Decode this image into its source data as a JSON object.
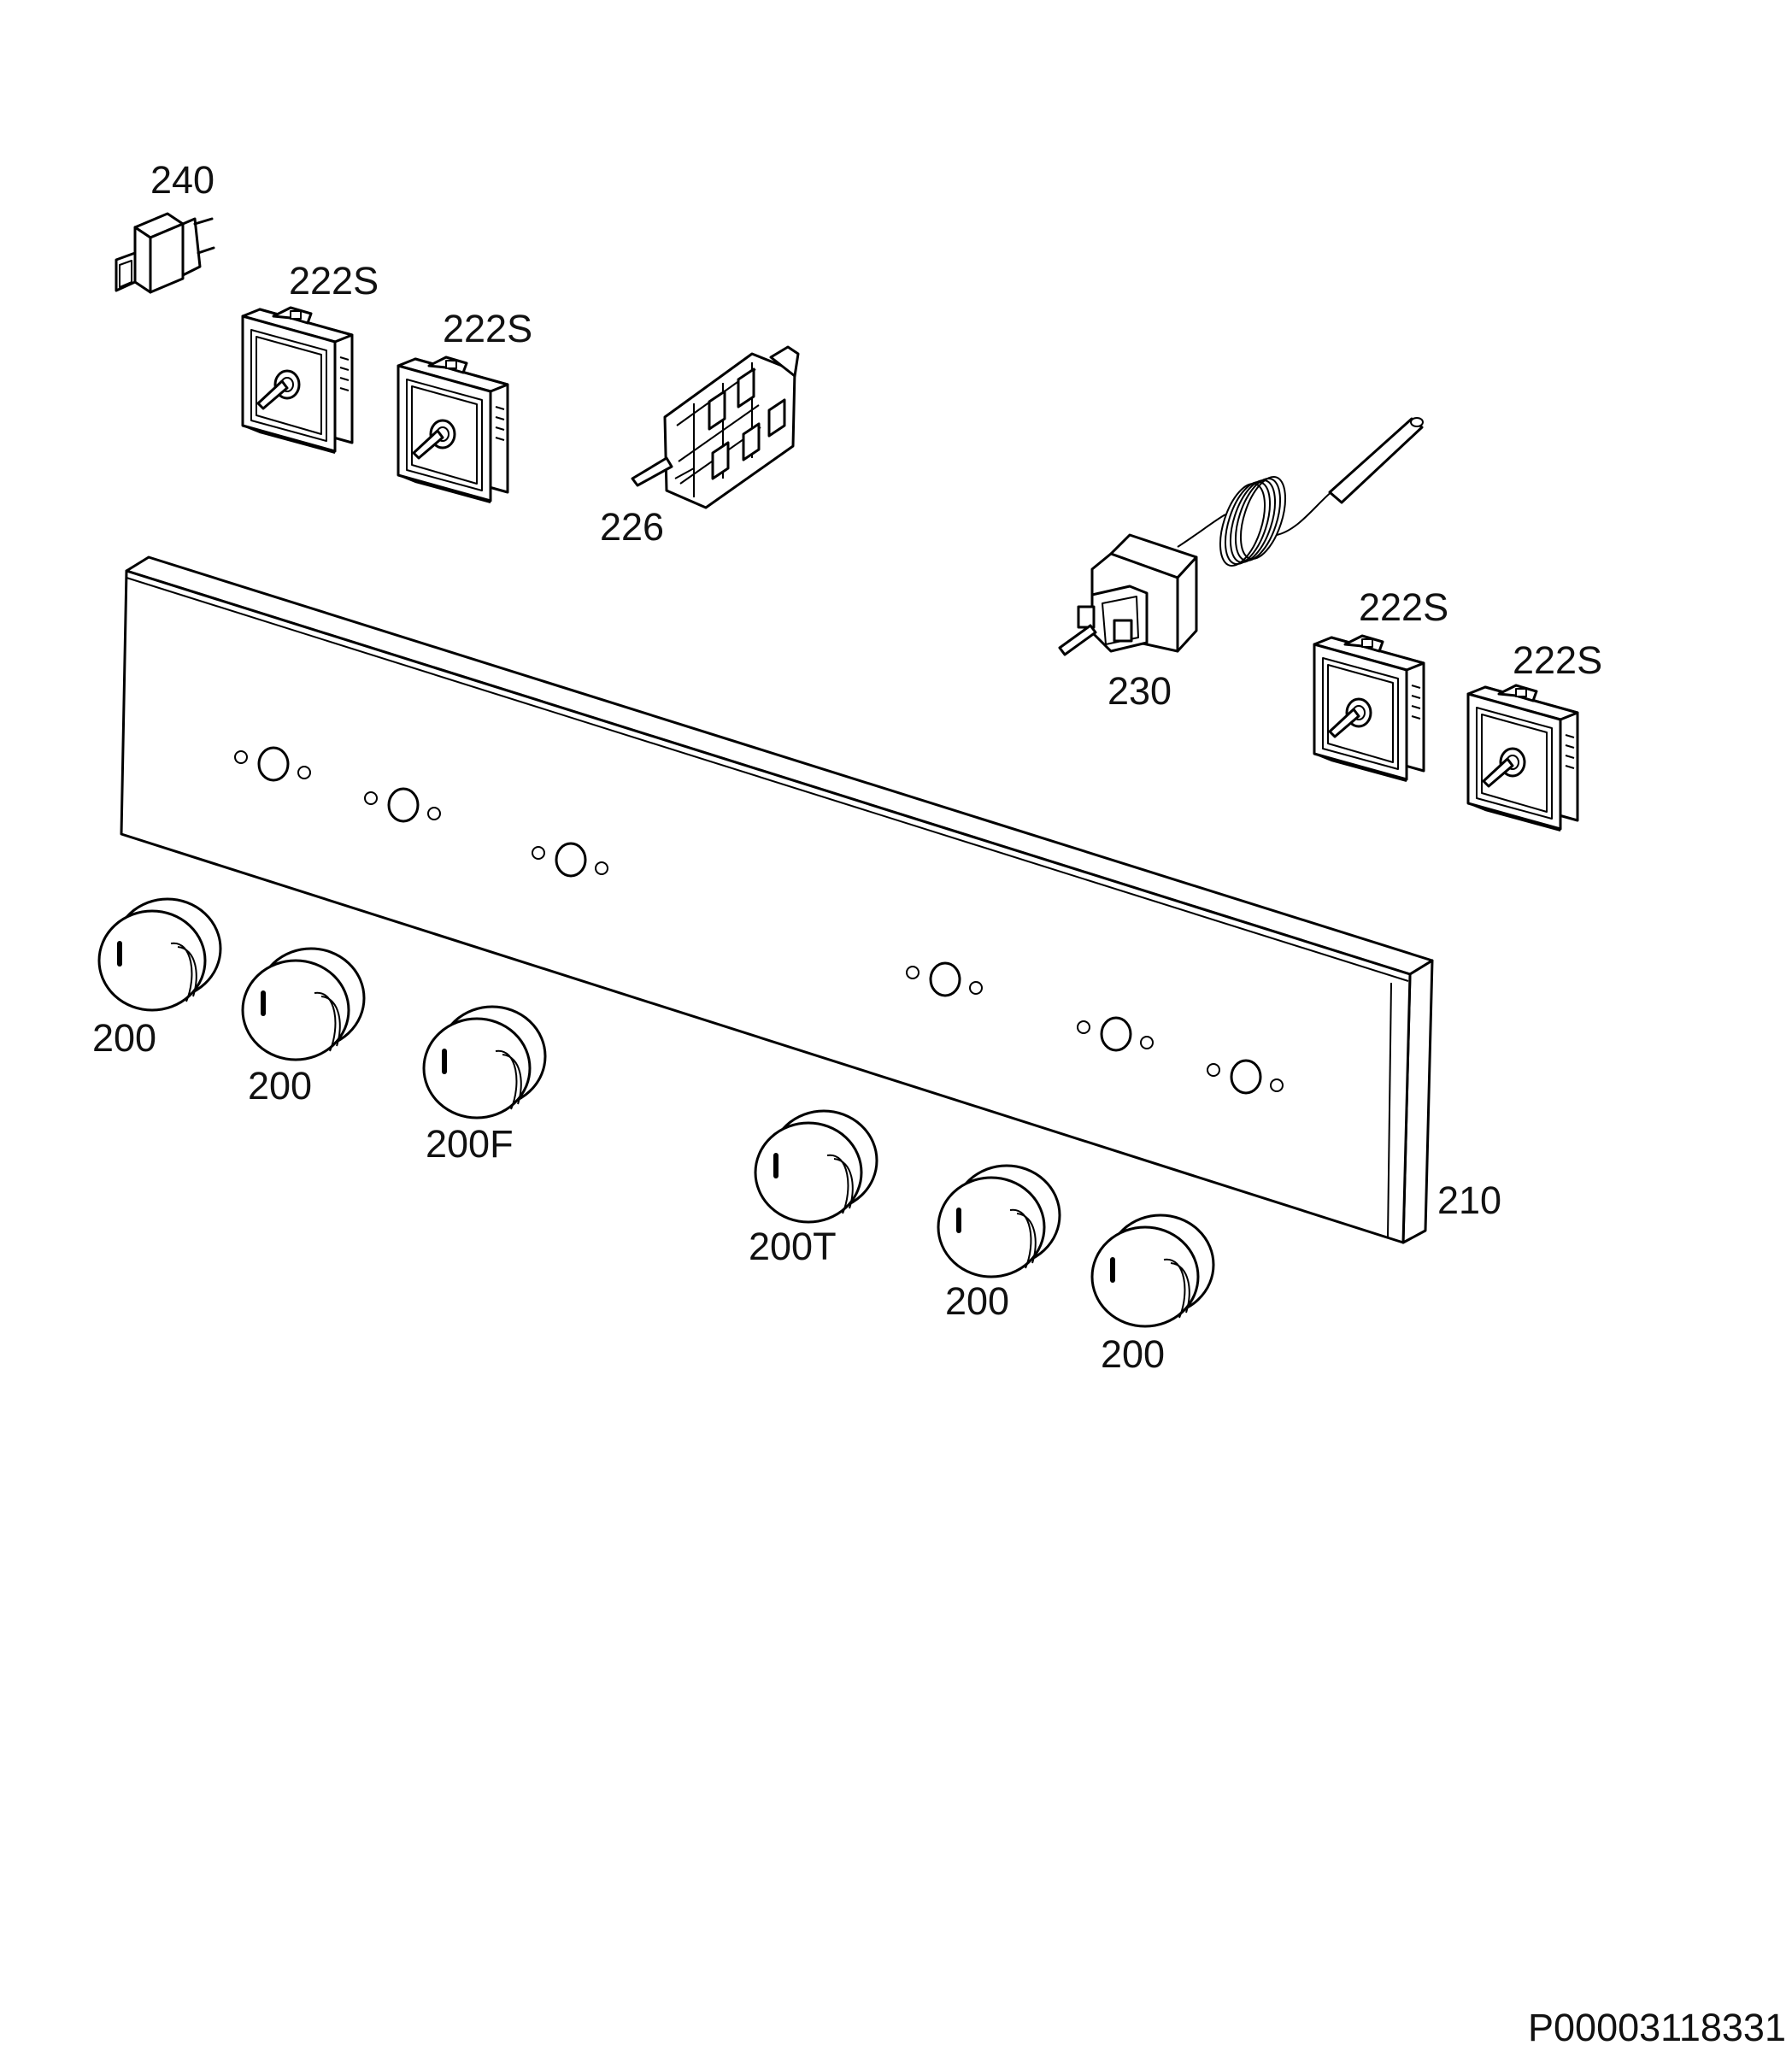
{
  "diagram": {
    "background": "#ffffff",
    "line_color": "#000000",
    "parts": [
      {
        "id": "indicator-lamp",
        "label": "240"
      },
      {
        "id": "switch-1",
        "label": "222S"
      },
      {
        "id": "switch-2",
        "label": "222S"
      },
      {
        "id": "selector-switch",
        "label": "226"
      },
      {
        "id": "thermostat",
        "label": "230"
      },
      {
        "id": "switch-3",
        "label": "222S"
      },
      {
        "id": "switch-4",
        "label": "222S"
      },
      {
        "id": "control-panel",
        "label": "210"
      },
      {
        "id": "knob-1",
        "label": "200"
      },
      {
        "id": "knob-2",
        "label": "200"
      },
      {
        "id": "knob-3",
        "label": "200F"
      },
      {
        "id": "knob-4",
        "label": "200T"
      },
      {
        "id": "knob-5",
        "label": "200"
      },
      {
        "id": "knob-6",
        "label": "200"
      }
    ],
    "drawing_code": "P00003118331"
  }
}
